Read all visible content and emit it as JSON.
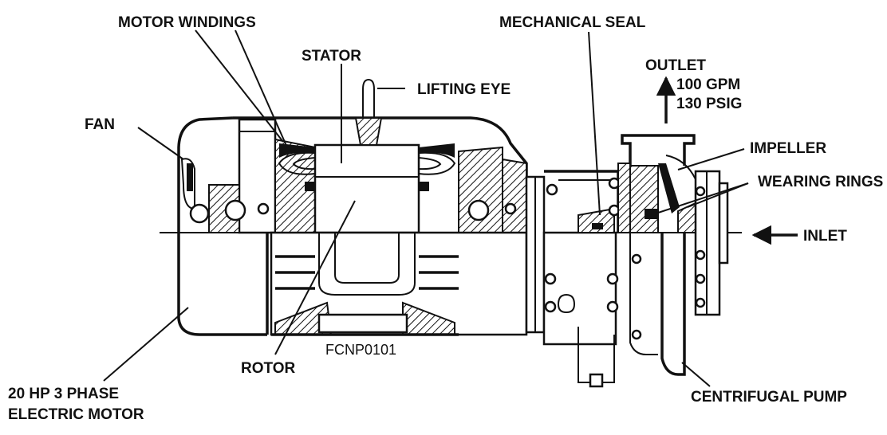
{
  "labels": {
    "motor_windings": "MOTOR WINDINGS",
    "mechanical_seal": "MECHANICAL SEAL",
    "stator": "STATOR",
    "outlet": "OUTLET",
    "lifting_eye": "LIFTING EYE",
    "flow_rate": "100 GPM",
    "pressure": "130 PSIG",
    "fan": "FAN",
    "impeller": "IMPELLER",
    "wearing_rings": "WEARING RINGS",
    "inlet": "INLET",
    "rotor": "ROTOR",
    "figure_code": "FCNP0101",
    "motor_line1": "20 HP 3 PHASE",
    "motor_line2": "ELECTRIC MOTOR",
    "centrifugal_pump": "CENTRIFUGAL PUMP"
  },
  "colors": {
    "ink": "#111111",
    "paper": "#ffffff"
  }
}
